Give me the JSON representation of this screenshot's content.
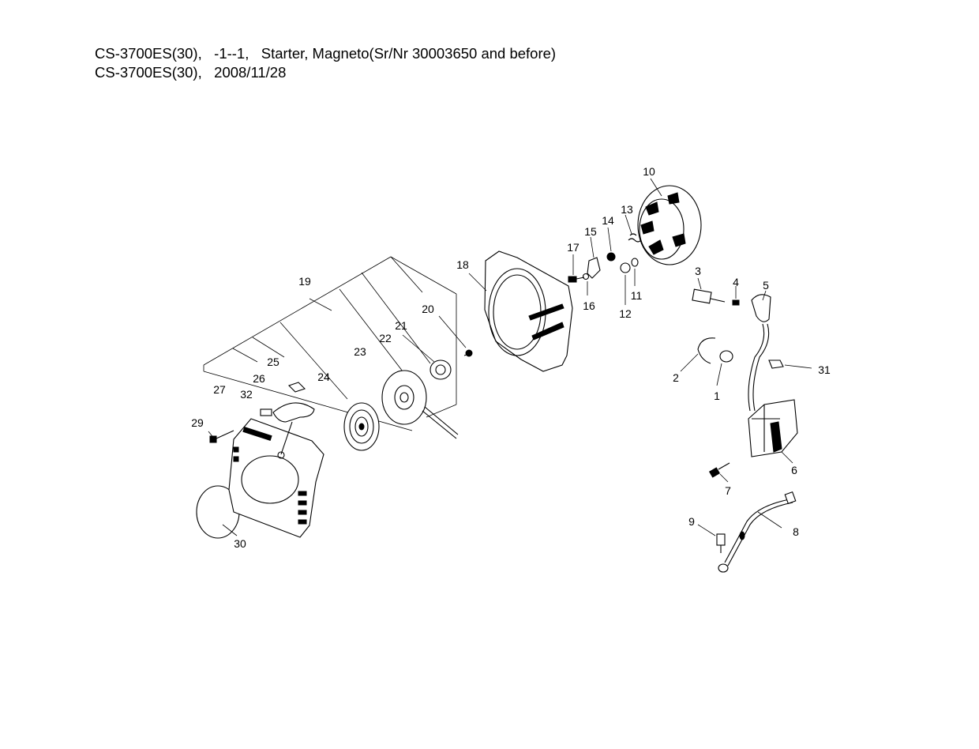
{
  "header": {
    "line1": "CS-3700ES(30),   -1--1,   Starter, Magneto(Sr/Nr 30003650 and before)",
    "line2": "CS-3700ES(30),   2008/11/28"
  },
  "callouts": [
    "1",
    "2",
    "3",
    "4",
    "5",
    "6",
    "7",
    "8",
    "9",
    "10",
    "11",
    "12",
    "13",
    "14",
    "15",
    "16",
    "17",
    "18",
    "19",
    "20",
    "21",
    "22",
    "23",
    "24",
    "25",
    "26",
    "27",
    "29",
    "30",
    "31",
    "32"
  ]
}
